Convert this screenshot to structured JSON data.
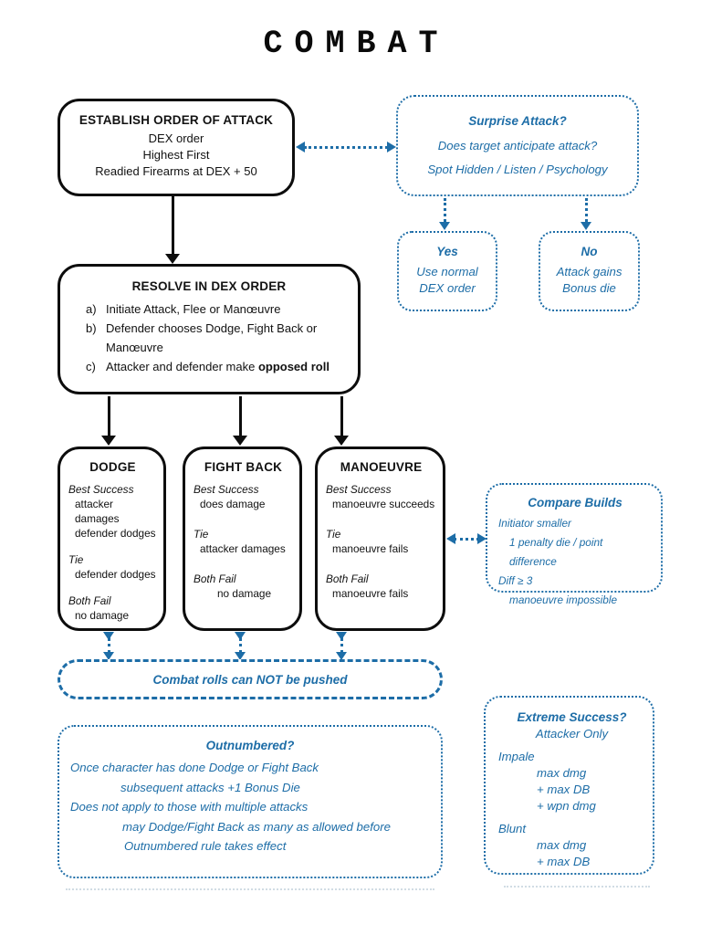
{
  "title": "COMBAT",
  "colors": {
    "blue": "#1d6da7",
    "black": "#0d0d0d"
  },
  "establish": {
    "title": "ESTABLISH ORDER OF ATTACK",
    "lines": [
      "DEX order",
      "Highest First",
      "Readied Firearms at DEX + 50"
    ]
  },
  "surprise": {
    "title": "Surprise Attack?",
    "lines": [
      "Does target anticipate attack?",
      "Spot Hidden / Listen / Psychology"
    ]
  },
  "yes_box": {
    "title": "Yes",
    "lines": [
      "Use normal",
      "DEX order"
    ]
  },
  "no_box": {
    "title": "No",
    "lines": [
      "Attack gains",
      "Bonus die"
    ]
  },
  "resolve": {
    "title": "RESOLVE IN DEX ORDER",
    "items": [
      {
        "prefix": "a)",
        "line1": "Initiate Attack, Flee or Manœuvre",
        "line2": ""
      },
      {
        "prefix": "b)",
        "line1": "Defender chooses Dodge, Fight Back or",
        "line2": "Manœuvre"
      },
      {
        "prefix": "c)",
        "text_normal": "Attacker and defender make ",
        "text_bold": "opposed roll"
      }
    ]
  },
  "dodge": {
    "title": "DODGE",
    "sections": [
      {
        "label": "Best Success",
        "line1": "attacker damages",
        "line2": "defender dodges"
      },
      {
        "label": "Tie",
        "line1": "defender dodges",
        "line2": ""
      },
      {
        "label": "Both Fail",
        "line1": "no damage",
        "line2": ""
      }
    ]
  },
  "fight_back": {
    "title": "FIGHT BACK",
    "sections": [
      {
        "label": "Best Success",
        "line1": "does damage",
        "line2": ""
      },
      {
        "label": "Tie",
        "line1": "attacker damages",
        "line2": ""
      },
      {
        "label": "Both Fail",
        "line1": "no damage",
        "line2": ""
      }
    ]
  },
  "manoeuvre": {
    "title": "MANOEUVRE",
    "sections": [
      {
        "label": "Best Success",
        "line1": "manoeuvre succeeds",
        "line2": ""
      },
      {
        "label": "Tie",
        "line1": "manoeuvre fails",
        "line2": ""
      },
      {
        "label": "Both Fail",
        "line1": "manoeuvre fails",
        "line2": ""
      }
    ]
  },
  "compare": {
    "title": "Compare Builds",
    "lines": [
      "Initiator smaller",
      "1 penalty die / point difference",
      "Diff  ≥ 3",
      "manoeuvre impossible"
    ]
  },
  "pushed": {
    "text": "Combat rolls can NOT be pushed"
  },
  "outnumbered": {
    "title": "Outnumbered?",
    "lines": [
      "Once character has done Dodge or Fight Back",
      "subsequent attacks +1 Bonus Die",
      "Does not apply to those with multiple attacks",
      "may Dodge/Fight Back as many as allowed before",
      "Outnumbered rule takes effect"
    ]
  },
  "extreme": {
    "title": "Extreme Success?",
    "subtitle": "Attacker Only",
    "sections": [
      {
        "label": "Impale",
        "line1": "max dmg",
        "line2": "+ max DB",
        "line3": "+ wpn dmg"
      },
      {
        "label": "Blunt",
        "line1": "max dmg",
        "line2": "+ max DB",
        "line3": ""
      }
    ]
  }
}
